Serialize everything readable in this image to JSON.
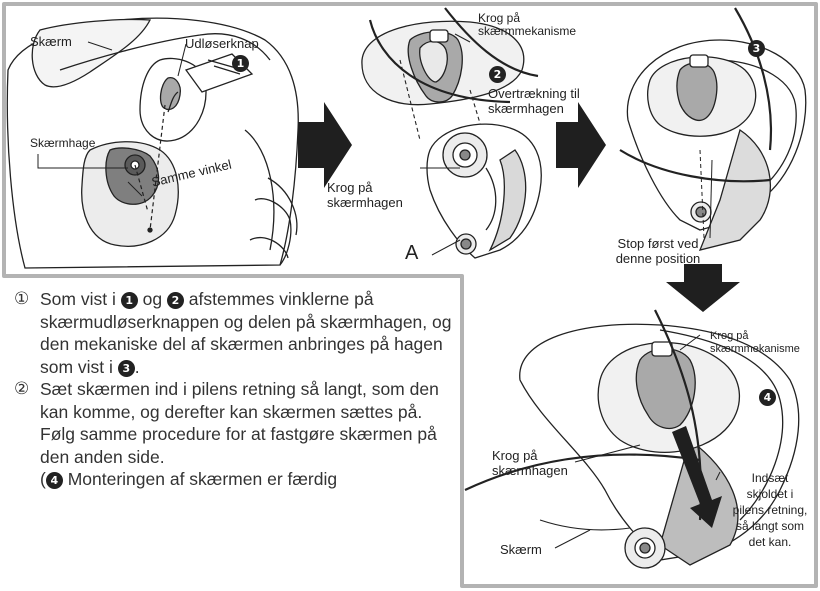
{
  "figure": {
    "panel1": {
      "label_visor": "Skærm",
      "label_release_button": "Udløserknap",
      "label_visor_hinge": "Skærmhage",
      "label_same_angle": "Samme vinkel",
      "badge": "1"
    },
    "panel2": {
      "label_mechanism_hook": "Krog på\nskærmmekanisme",
      "label_overlay": "Overtrækning til\nskærmhagen",
      "label_hinge_hook": "Krog på\nskærmhagen",
      "label_a": "A",
      "badge": "2"
    },
    "panel3": {
      "label_stop": "Stop først ved\ndenne position",
      "badge": "3"
    },
    "panel4": {
      "label_mechanism_hook": "Krog på\nskærmmekanisme",
      "label_hinge_hook": "Krog på\nskærmhagen",
      "label_insert": "Indsæt\nskjoldet i\npilens retning,\nså langt som\ndet kan.",
      "label_visor": "Skærm",
      "badge": "4"
    }
  },
  "instructions": {
    "step1": {
      "num": "①",
      "pre": "Som vist i ",
      "b1": "1",
      "mid1": " og ",
      "b2": "2",
      "mid2": " afstemmes vinklerne på skærmudløserknappen og delen på skærmhagen, og den mekaniske del af skærmen anbringes på hagen som vist i ",
      "b3": "3",
      "post": "."
    },
    "step2": {
      "num": "②",
      "text": "Sæt skærmen ind i pilens retning så langt, som den kan komme, og derefter kan skærmen sættes på. Følg samme procedure for at fastgøre skærmen på den anden side.",
      "paren_open": "(",
      "b4": "4",
      "note": " Monteringen af skærmen er færdig"
    }
  },
  "colors": {
    "frame": "#b3b3b3",
    "ink": "#222222",
    "gray_fill": "#9a9a9a",
    "light_fill": "#e6e6e6",
    "arrow": "#1f1f1f"
  }
}
